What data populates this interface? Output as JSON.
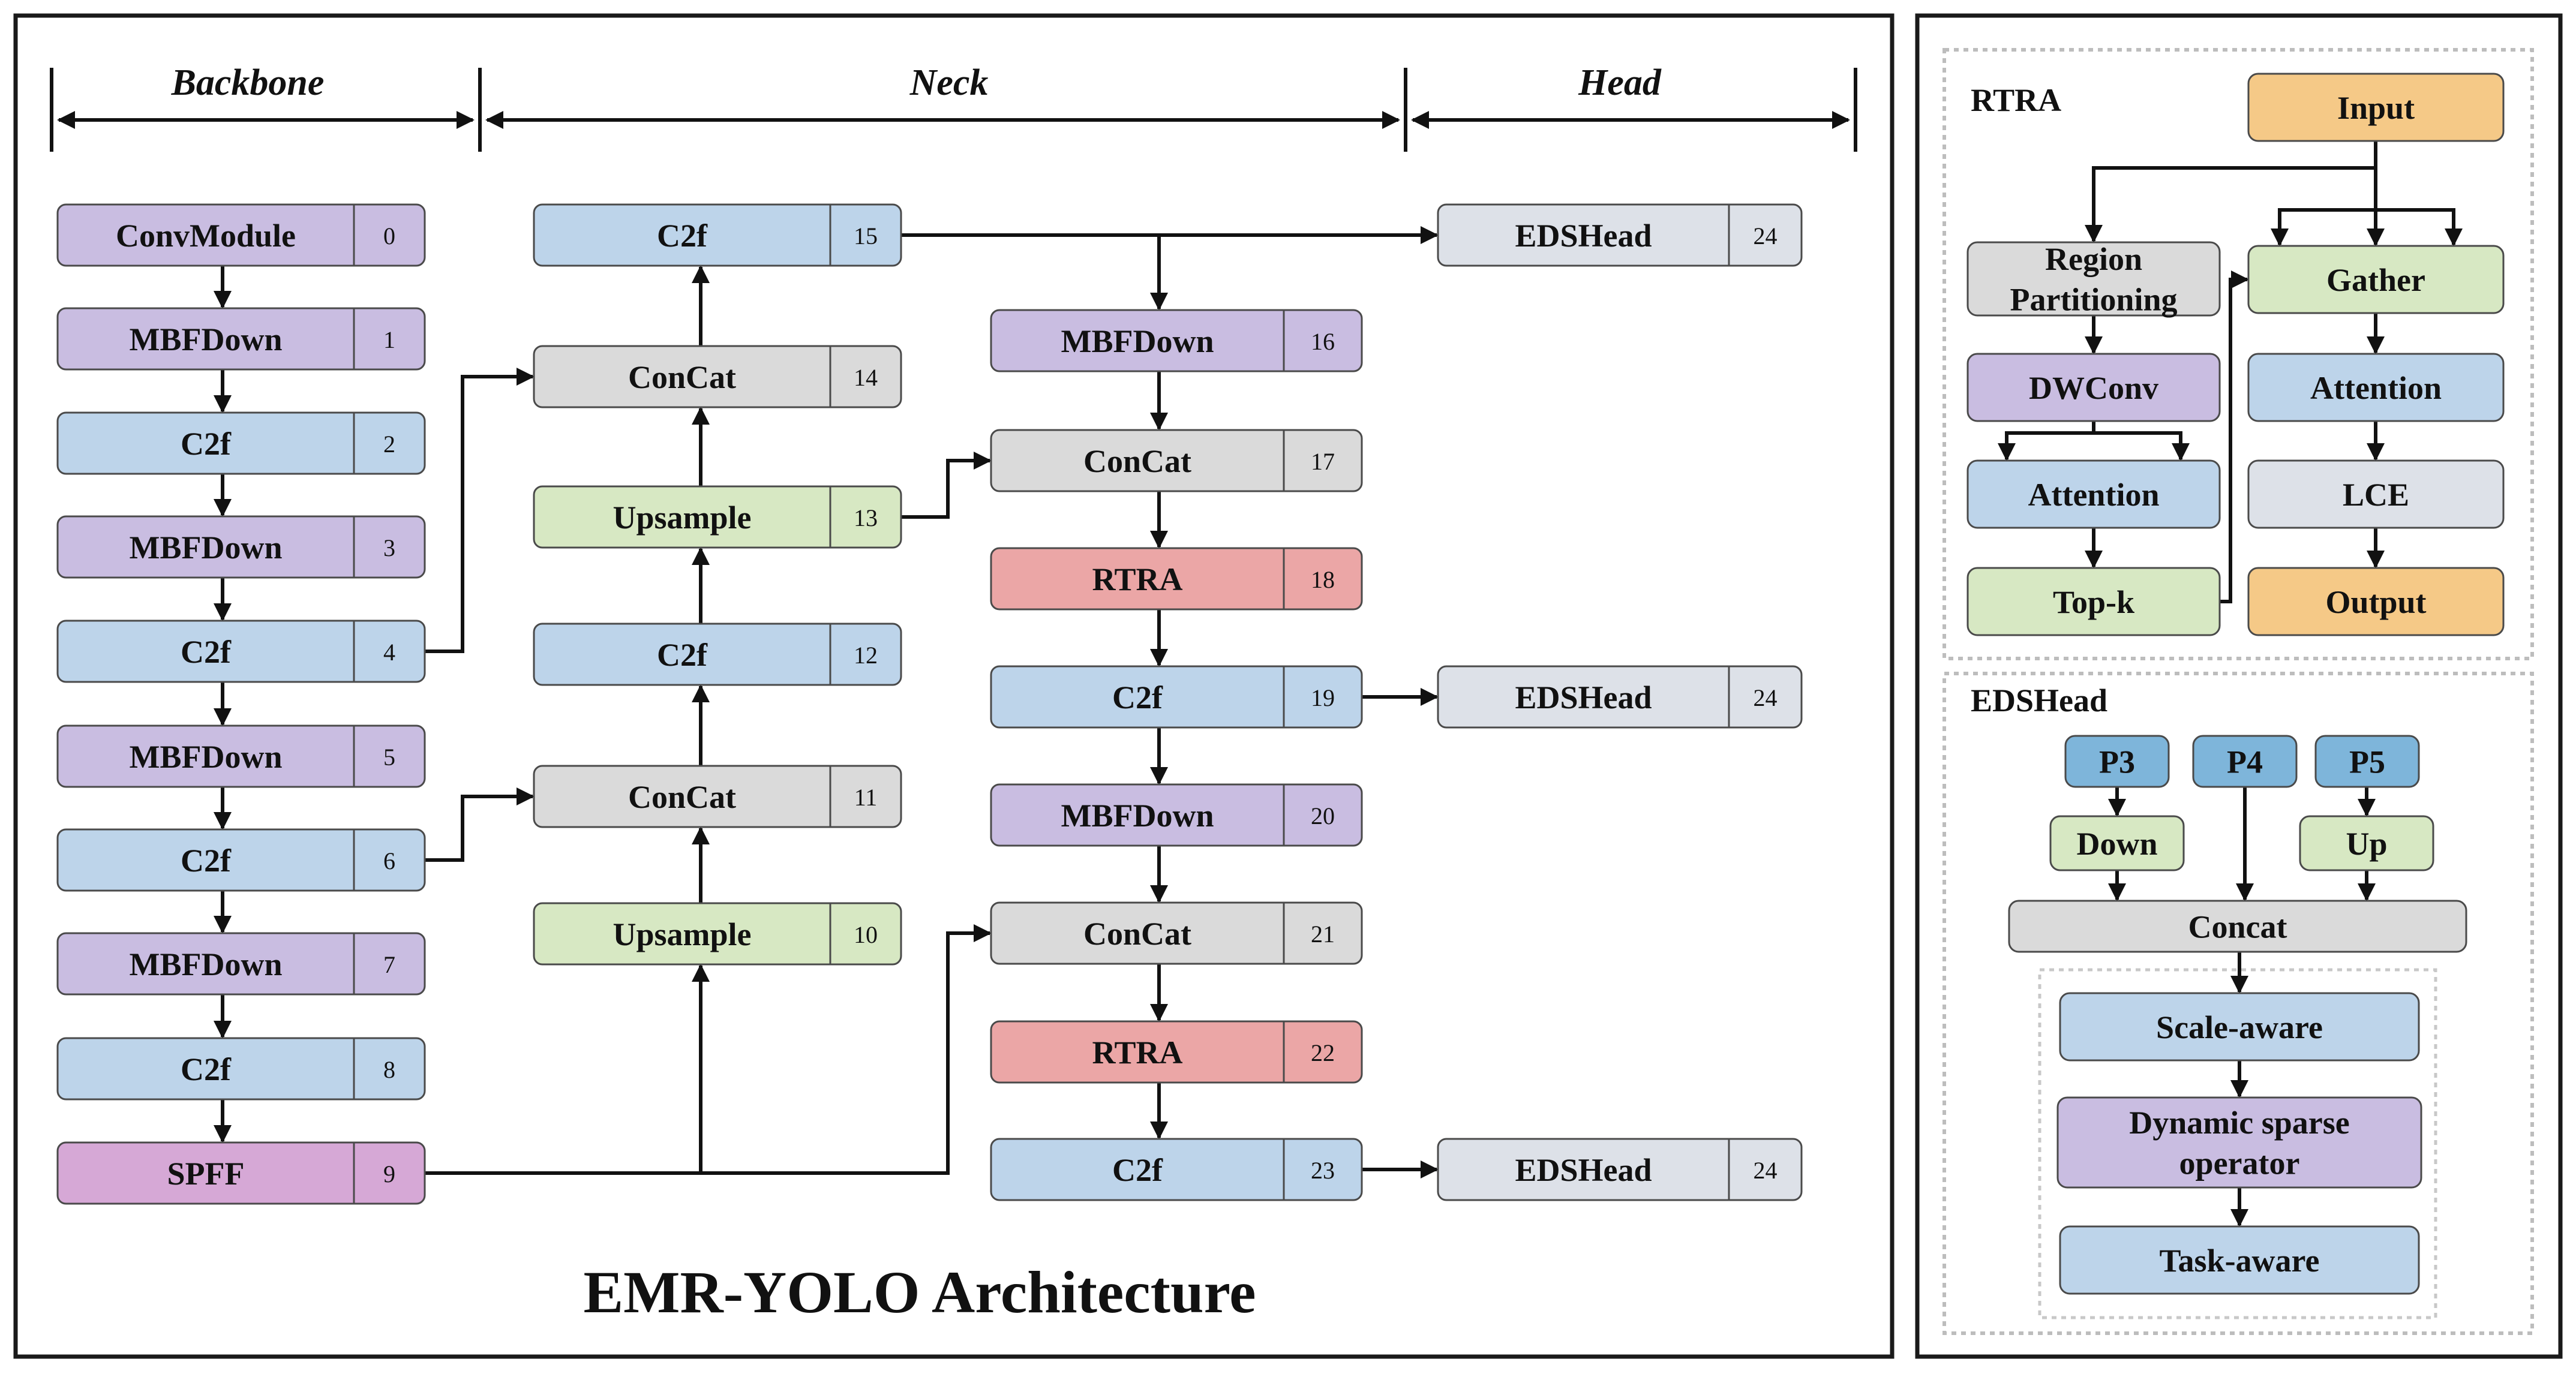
{
  "main": {
    "sections": [
      {
        "id": "backbone",
        "label": "Backbone"
      },
      {
        "id": "neck",
        "label": "Neck"
      },
      {
        "id": "head",
        "label": "Head"
      }
    ],
    "title": "EMR-YOLO Architecture",
    "modules": [
      {
        "name": "ConvModule",
        "index": "0",
        "type": "purple"
      },
      {
        "name": "MBFDown",
        "index": "1",
        "type": "purple"
      },
      {
        "name": "C2f",
        "index": "2",
        "type": "blue"
      },
      {
        "name": "MBFDown",
        "index": "3",
        "type": "purple"
      },
      {
        "name": "C2f",
        "index": "4",
        "type": "blue"
      },
      {
        "name": "MBFDown",
        "index": "5",
        "type": "purple"
      },
      {
        "name": "C2f",
        "index": "6",
        "type": "blue"
      },
      {
        "name": "MBFDown",
        "index": "7",
        "type": "purple"
      },
      {
        "name": "C2f",
        "index": "8",
        "type": "blue"
      },
      {
        "name": "SPFF",
        "index": "9",
        "type": "pink"
      },
      {
        "name": "Upsample",
        "index": "10",
        "type": "green"
      },
      {
        "name": "ConCat",
        "index": "11",
        "type": "gray"
      },
      {
        "name": "C2f",
        "index": "12",
        "type": "blue"
      },
      {
        "name": "Upsample",
        "index": "13",
        "type": "green"
      },
      {
        "name": "ConCat",
        "index": "14",
        "type": "gray"
      },
      {
        "name": "C2f",
        "index": "15",
        "type": "blue"
      },
      {
        "name": "MBFDown",
        "index": "16",
        "type": "purple"
      },
      {
        "name": "ConCat",
        "index": "17",
        "type": "gray"
      },
      {
        "name": "RTRA",
        "index": "18",
        "type": "red"
      },
      {
        "name": "C2f",
        "index": "19",
        "type": "blue"
      },
      {
        "name": "MBFDown",
        "index": "20",
        "type": "purple"
      },
      {
        "name": "ConCat",
        "index": "21",
        "type": "gray"
      },
      {
        "name": "RTRA",
        "index": "22",
        "type": "red"
      },
      {
        "name": "C2f",
        "index": "23",
        "type": "blue"
      },
      {
        "name": "EDSHead",
        "index": "24",
        "type": "light"
      },
      {
        "name": "EDSHead",
        "index": "24",
        "type": "light"
      },
      {
        "name": "EDSHead",
        "index": "24",
        "type": "light"
      }
    ]
  },
  "rtra": {
    "title": "RTRA",
    "nodes": [
      {
        "id": "input",
        "lines": [
          "Input"
        ],
        "type": "orange"
      },
      {
        "id": "region",
        "lines": [
          "Region",
          "Partitioning"
        ],
        "type": "gray"
      },
      {
        "id": "gather",
        "lines": [
          "Gather"
        ],
        "type": "green"
      },
      {
        "id": "dwconv",
        "lines": [
          "DWConv"
        ],
        "type": "purple"
      },
      {
        "id": "attention_left",
        "lines": [
          "Attention"
        ],
        "type": "blue"
      },
      {
        "id": "attention_right",
        "lines": [
          "Attention"
        ],
        "type": "blue"
      },
      {
        "id": "lce",
        "lines": [
          "LCE"
        ],
        "type": "light"
      },
      {
        "id": "topk",
        "lines": [
          "Top-k"
        ],
        "type": "green"
      },
      {
        "id": "output",
        "lines": [
          "Output"
        ],
        "type": "orange"
      }
    ]
  },
  "edshead": {
    "title": "EDSHead",
    "nodes": [
      {
        "id": "p3",
        "lines": [
          "P3"
        ],
        "type": "teal"
      },
      {
        "id": "p4",
        "lines": [
          "P4"
        ],
        "type": "teal"
      },
      {
        "id": "p5",
        "lines": [
          "P5"
        ],
        "type": "teal"
      },
      {
        "id": "down",
        "lines": [
          "Down"
        ],
        "type": "green"
      },
      {
        "id": "up",
        "lines": [
          "Up"
        ],
        "type": "green"
      },
      {
        "id": "concat",
        "lines": [
          "Concat"
        ],
        "type": "gray"
      },
      {
        "id": "scale",
        "lines": [
          "Scale-aware"
        ],
        "type": "blue"
      },
      {
        "id": "dynamic",
        "lines": [
          "Dynamic sparse",
          "operator"
        ],
        "type": "purple"
      },
      {
        "id": "task",
        "lines": [
          "Task-aware"
        ],
        "type": "blue"
      }
    ]
  },
  "colors": {
    "purple": "#c9bde1",
    "blue": "#bdd4ea",
    "green": "#d7e8c3",
    "gray": "#dadada",
    "red": "#eba6a6",
    "pink": "#d6a8d6",
    "light": "#dde1e8",
    "orange": "#f5c987",
    "teal": "#7eb5da",
    "stroke": "#4a4a4a",
    "ink": "#111111",
    "frame": "#1a1a1a",
    "dotted": "#bdbdbd"
  }
}
